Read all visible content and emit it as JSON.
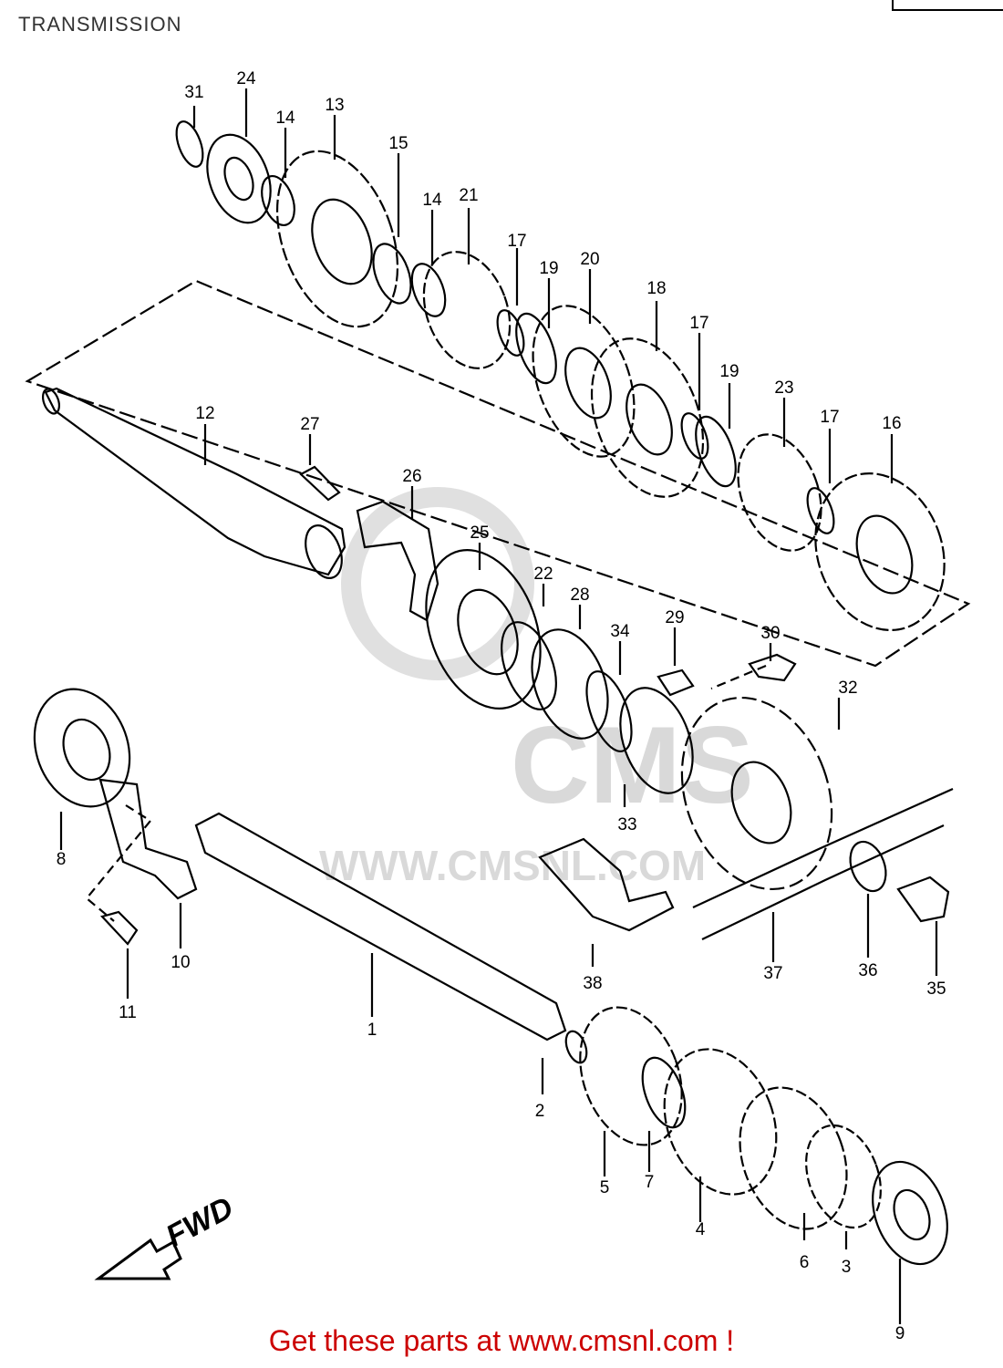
{
  "title": "TRANSMISSION",
  "watermark": {
    "brand": "CMS",
    "url": "WWW.CMSNL.COM"
  },
  "fwd_label": "FWD",
  "footer": {
    "text": "Get these parts at www.cmsnl.com !",
    "color": "#cc0000"
  },
  "callouts": [
    "31",
    "24",
    "14",
    "13",
    "15",
    "14",
    "21",
    "17",
    "19",
    "20",
    "18",
    "17",
    "19",
    "23",
    "17",
    "16",
    "12",
    "27",
    "26",
    "25",
    "22",
    "28",
    "34",
    "29",
    "30",
    "32",
    "33",
    "8",
    "10",
    "11",
    "1",
    "38",
    "37",
    "36",
    "35",
    "2",
    "5",
    "7",
    "4",
    "6",
    "3",
    "9"
  ]
}
